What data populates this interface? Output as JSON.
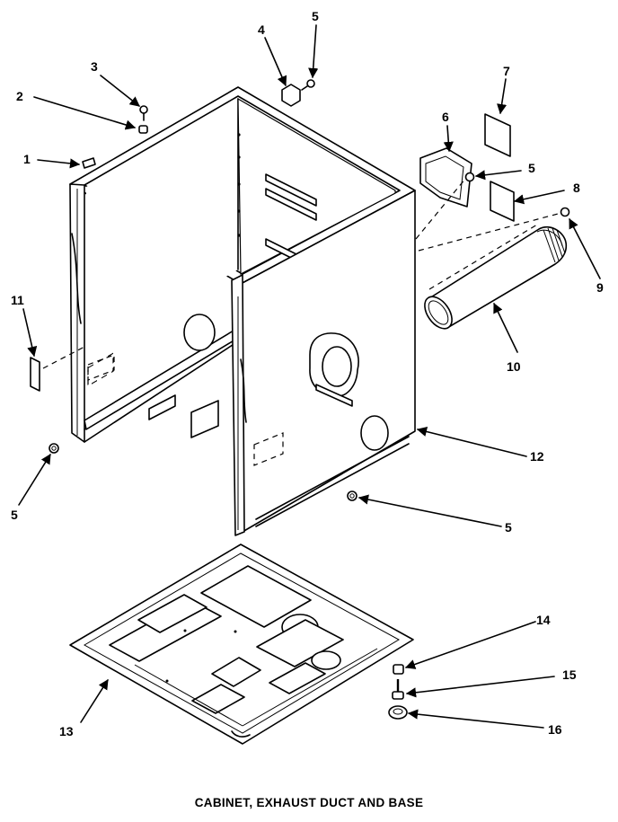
{
  "caption": "CABINET, EXHAUST DUCT AND BASE",
  "callouts": [
    {
      "id": "c1",
      "text": "1"
    },
    {
      "id": "c2",
      "text": "2"
    },
    {
      "id": "c3",
      "text": "3"
    },
    {
      "id": "c4",
      "text": "4"
    },
    {
      "id": "c5a",
      "text": "5"
    },
    {
      "id": "c5b",
      "text": "5"
    },
    {
      "id": "c5c",
      "text": "5"
    },
    {
      "id": "c5d",
      "text": "5"
    },
    {
      "id": "c6",
      "text": "6"
    },
    {
      "id": "c7",
      "text": "7"
    },
    {
      "id": "c8",
      "text": "8"
    },
    {
      "id": "c9",
      "text": "9"
    },
    {
      "id": "c10",
      "text": "10"
    },
    {
      "id": "c11",
      "text": "11"
    },
    {
      "id": "c12",
      "text": "12"
    },
    {
      "id": "c13",
      "text": "13"
    },
    {
      "id": "c14",
      "text": "14"
    },
    {
      "id": "c15",
      "text": "15"
    },
    {
      "id": "c16",
      "text": "16"
    }
  ]
}
